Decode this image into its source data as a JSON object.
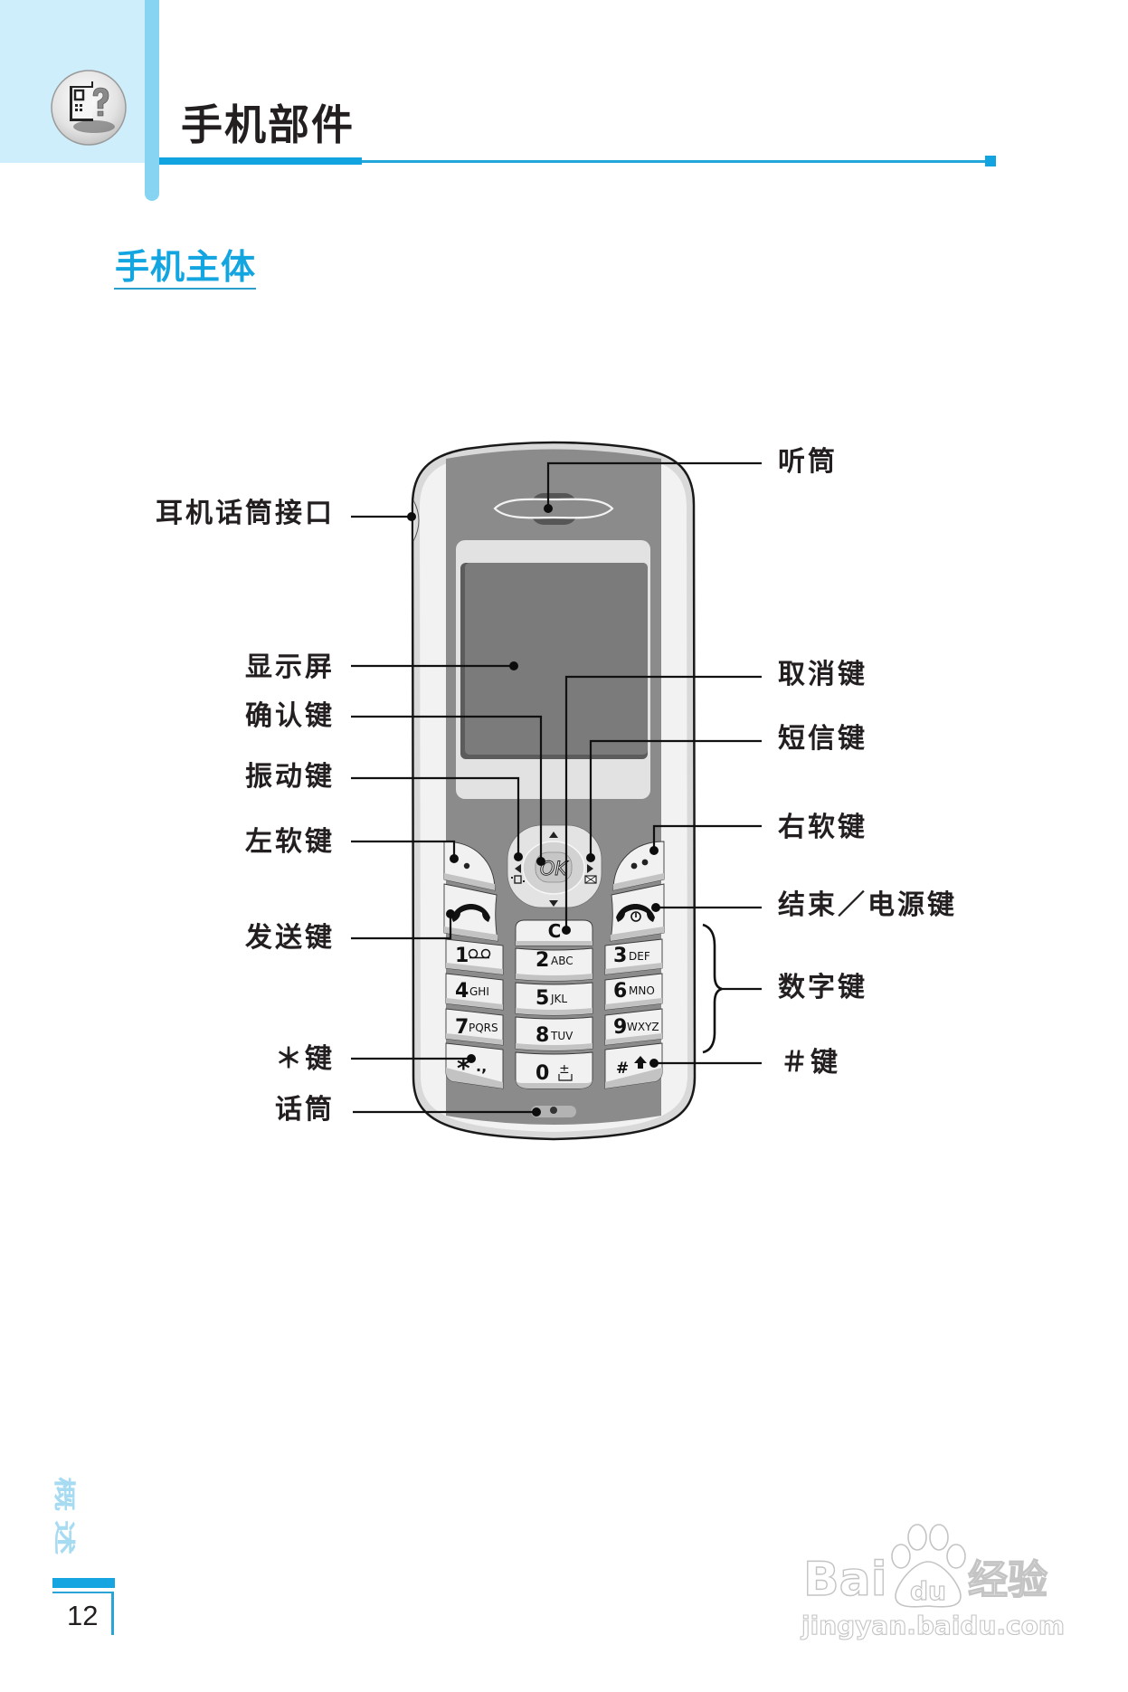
{
  "header": {
    "title": "手机部件",
    "icon": "phone-help-icon"
  },
  "section": {
    "title": "手机主体"
  },
  "labels": {
    "left": [
      {
        "id": "headset-jack",
        "text": "耳机话筒接口"
      },
      {
        "id": "display",
        "text": "显示屏"
      },
      {
        "id": "ok-key",
        "text": "确认键"
      },
      {
        "id": "vibrate-key",
        "text": "振动键"
      },
      {
        "id": "left-soft-key",
        "text": "左软键"
      },
      {
        "id": "send-key",
        "text": "发送键"
      },
      {
        "id": "star-key",
        "text": "＊键"
      },
      {
        "id": "microphone",
        "text": "话筒"
      }
    ],
    "right": [
      {
        "id": "earpiece",
        "text": "听筒"
      },
      {
        "id": "cancel-key",
        "text": "取消键"
      },
      {
        "id": "message-key",
        "text": "短信键"
      },
      {
        "id": "right-soft-key",
        "text": "右软键"
      },
      {
        "id": "end-power-key",
        "text": "结束／电源键"
      },
      {
        "id": "number-keys",
        "text": "数字键"
      },
      {
        "id": "hash-key",
        "text": "＃键"
      }
    ]
  },
  "phone": {
    "ok_label": "OK",
    "clear_label": "C",
    "nav_icons": [
      "up-arrow-icon",
      "down-arrow-icon",
      "left-arrow-icon",
      "right-arrow-icon",
      "vibrate-icon",
      "envelope-icon"
    ],
    "call_icons": {
      "send": "handset-icon",
      "end": "handset-power-icon"
    },
    "keys": [
      {
        "digit": "1",
        "letters": "",
        "icon": "voicemail-icon"
      },
      {
        "digit": "2",
        "letters": "ABC"
      },
      {
        "digit": "3",
        "letters": "DEF"
      },
      {
        "digit": "4",
        "letters": "GHI"
      },
      {
        "digit": "5",
        "letters": "JKL"
      },
      {
        "digit": "6",
        "letters": "MNO"
      },
      {
        "digit": "7",
        "letters": "PQRS"
      },
      {
        "digit": "8",
        "letters": "TUV"
      },
      {
        "digit": "9",
        "letters": "WXYZ"
      },
      {
        "digit": "*",
        "letters": ".,"
      },
      {
        "digit": "0",
        "letters": "±"
      },
      {
        "digit": "#",
        "letters": "",
        "icon": "shift-arrow-icon"
      }
    ]
  },
  "footer": {
    "section_label": "概述",
    "page_number": "12"
  },
  "watermark": {
    "brand_left": "Bai",
    "brand_paw": "du",
    "brand_cn": "经验",
    "url": "jingyan.baidu.com"
  },
  "colors": {
    "accent": "#12a4e0",
    "header_band": "#cdeefa",
    "header_bar": "#86d4f2",
    "footer_vertical_text": "#a6dbf2",
    "phone_panel": "#8b8b8b",
    "phone_screen": "#7b7b7b",
    "text": "#231f20"
  }
}
